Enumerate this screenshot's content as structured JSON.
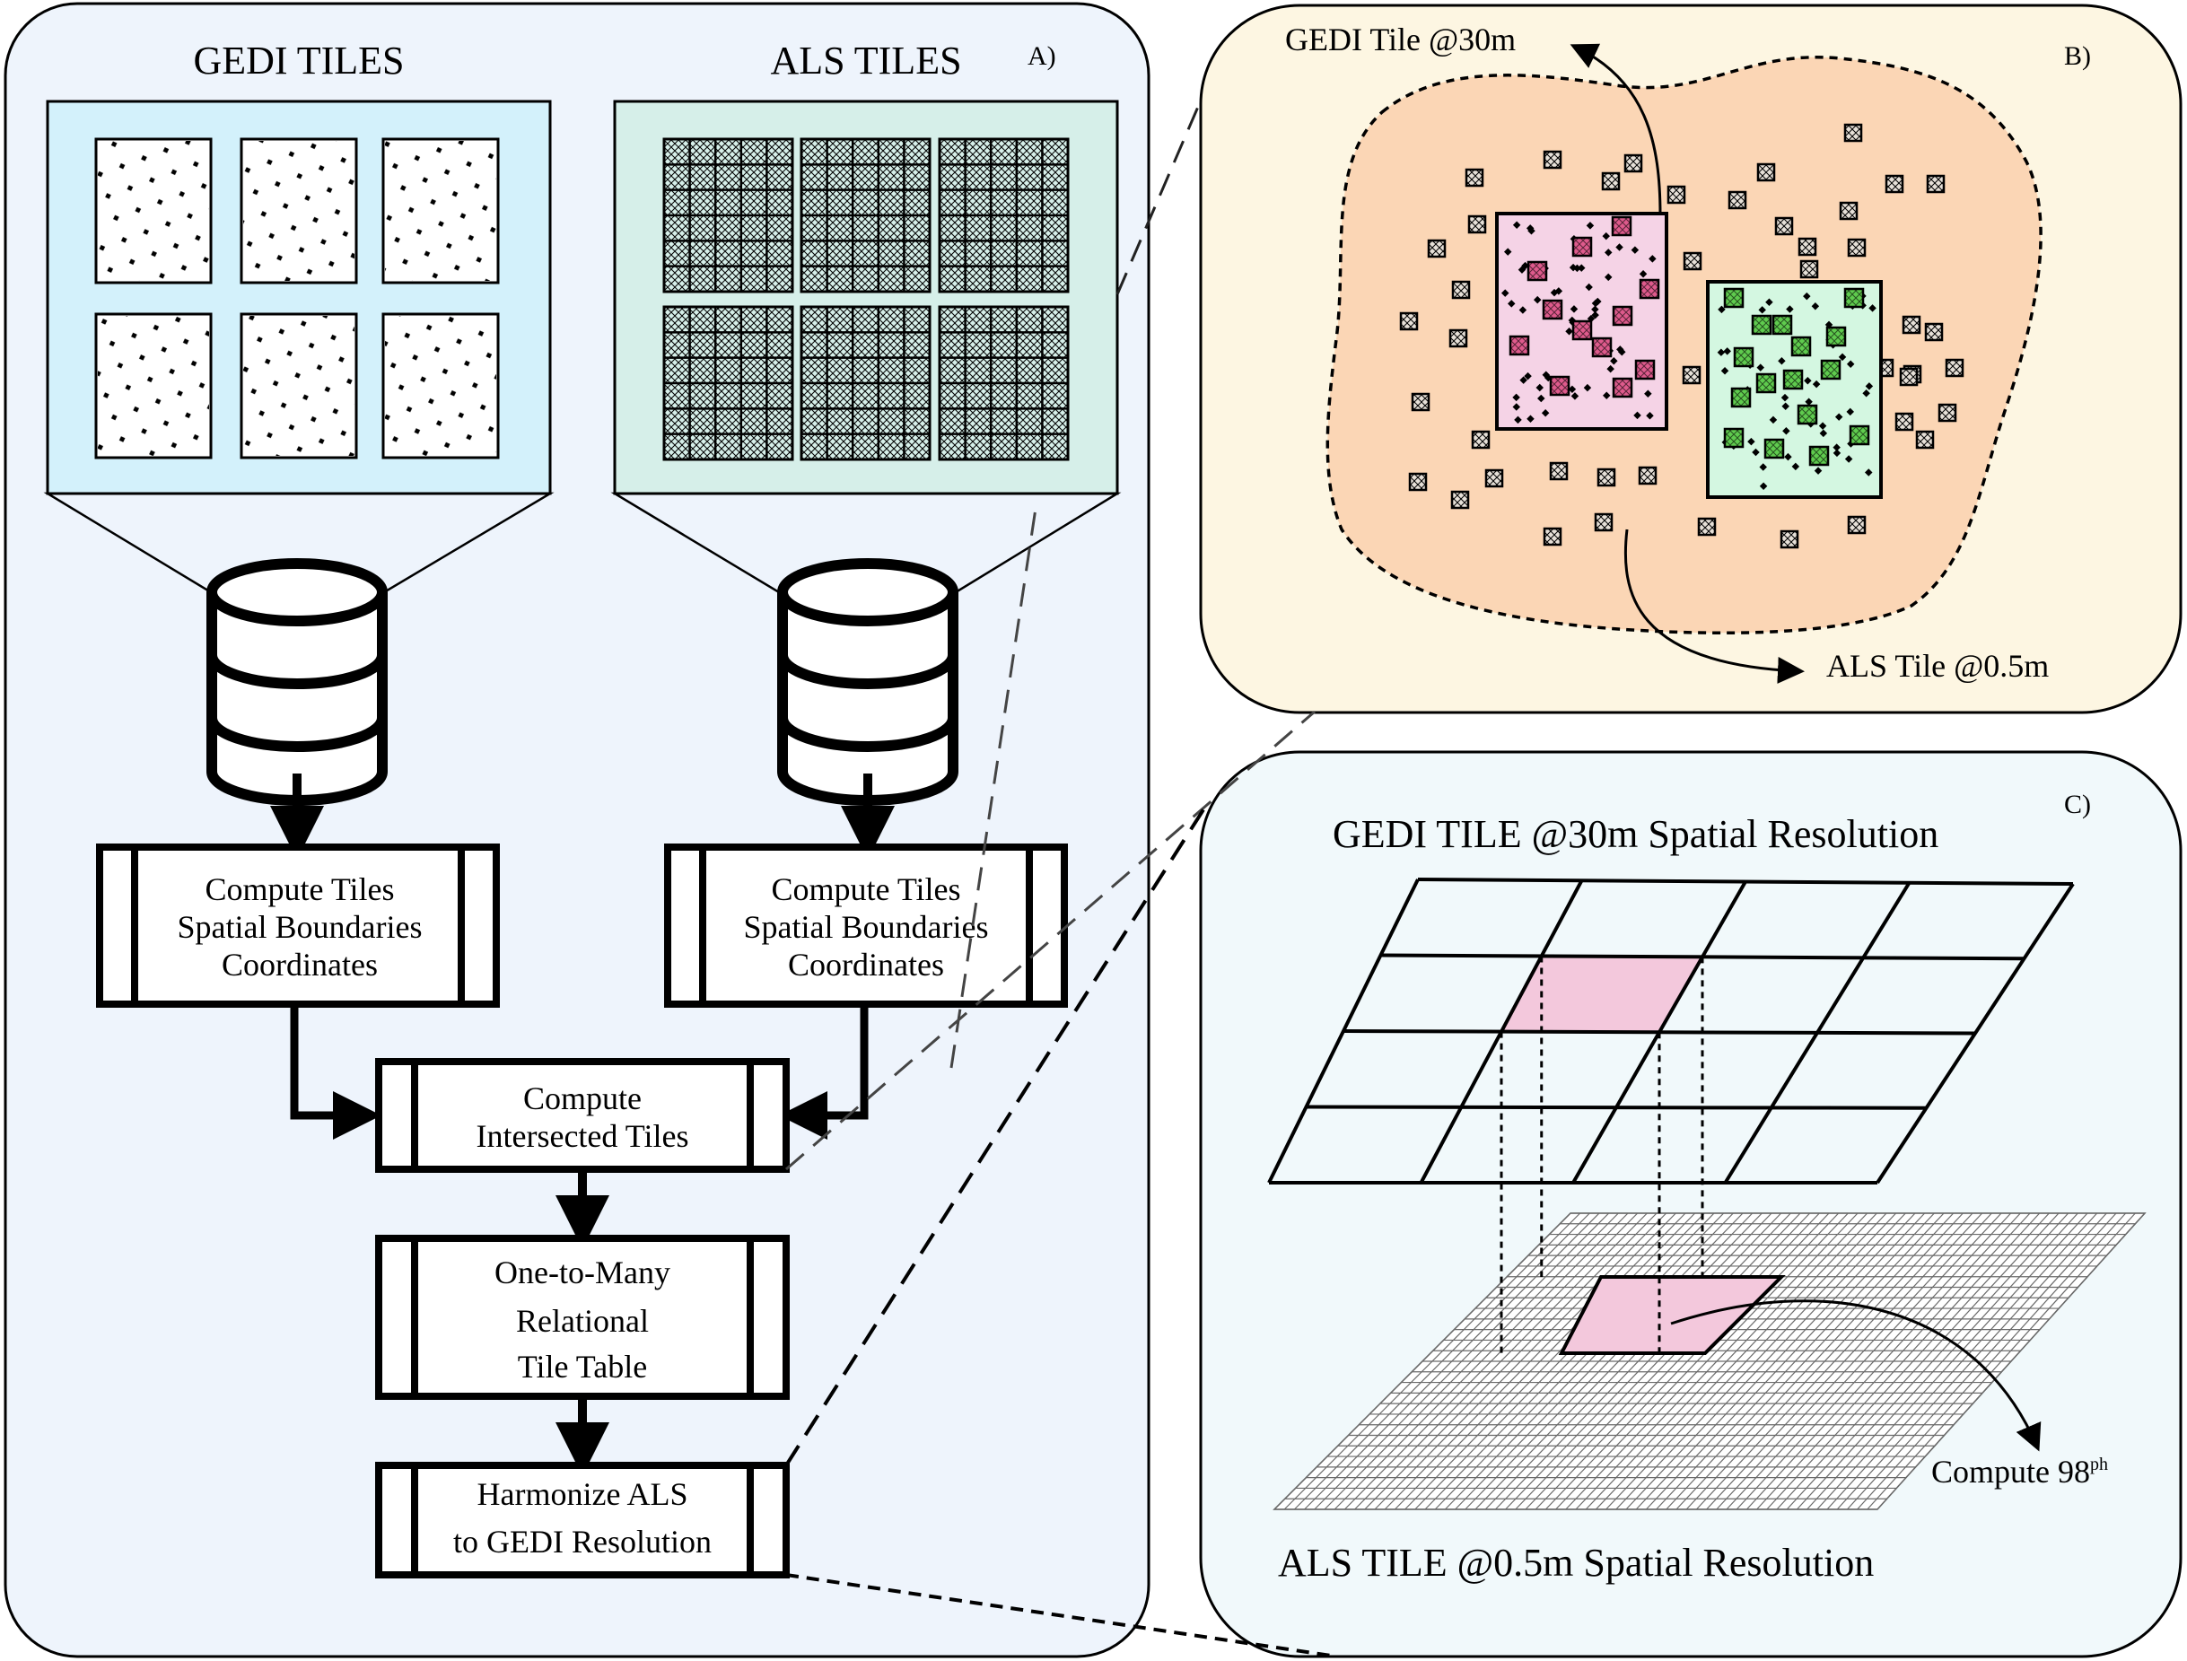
{
  "panel_a": {
    "label": "A)",
    "gedi_title": "GEDI TILES",
    "als_title": "ALS TILES",
    "gedi_process": [
      "Compute Tiles",
      "Spatial Boundaries",
      "Coordinates"
    ],
    "als_process": [
      "Compute Tiles",
      "Spatial Boundaries",
      "Coordinates"
    ],
    "intersect": [
      "Compute",
      "Intersected Tiles"
    ],
    "relational": [
      "One-to-Many",
      "Relational",
      "Tile Table"
    ],
    "harmonize": [
      "Harmonize ALS",
      "to GEDI Resolution"
    ]
  },
  "panel_b": {
    "label": "B)",
    "gedi_tile_label": "GEDI Tile @30m",
    "als_tile_label": "ALS Tile @0.5m"
  },
  "panel_c": {
    "label": "C)",
    "top_title": "GEDI TILE @30m Spatial Resolution",
    "bottom_title": "ALS TILE @0.5m Spatial Resolution",
    "compute_label": "Compute 98",
    "compute_superscript": "ph"
  },
  "colors": {
    "panel_a_bg": "#eef4fc",
    "gedi_tiles_bg": "#d3f1fb",
    "als_tiles_bg": "#d6efe9",
    "panel_b_bg": "#fdf6e2",
    "region_fill": "#fbd6b5",
    "gedi_tile_fill": "#f5d3e6",
    "gedi_cell_fill": "#de5a8c",
    "als_tile_fill": "#d4f7e1",
    "als_cell_fill": "#5fcb4e",
    "panel_c_bg": "#f1f9fb",
    "highlight_fill": "#f3c8dc"
  }
}
